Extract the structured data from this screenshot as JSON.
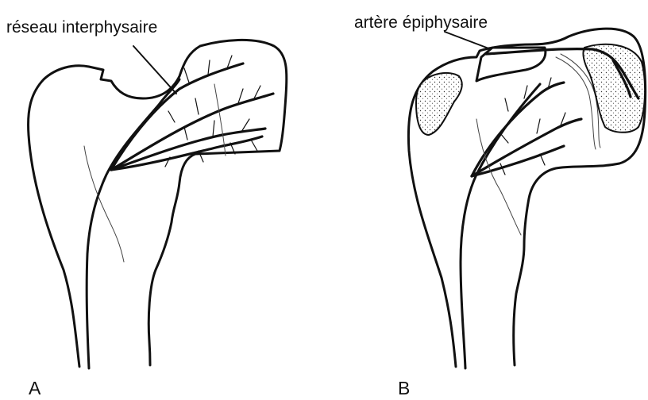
{
  "panel_a": {
    "label": "réseau interphysaire",
    "letter": "A"
  },
  "panel_b": {
    "label": "artère épiphysaire",
    "letter": "B"
  },
  "colors": {
    "ink": "#111111",
    "background": "#ffffff",
    "stipple": "#e9e9e9"
  }
}
